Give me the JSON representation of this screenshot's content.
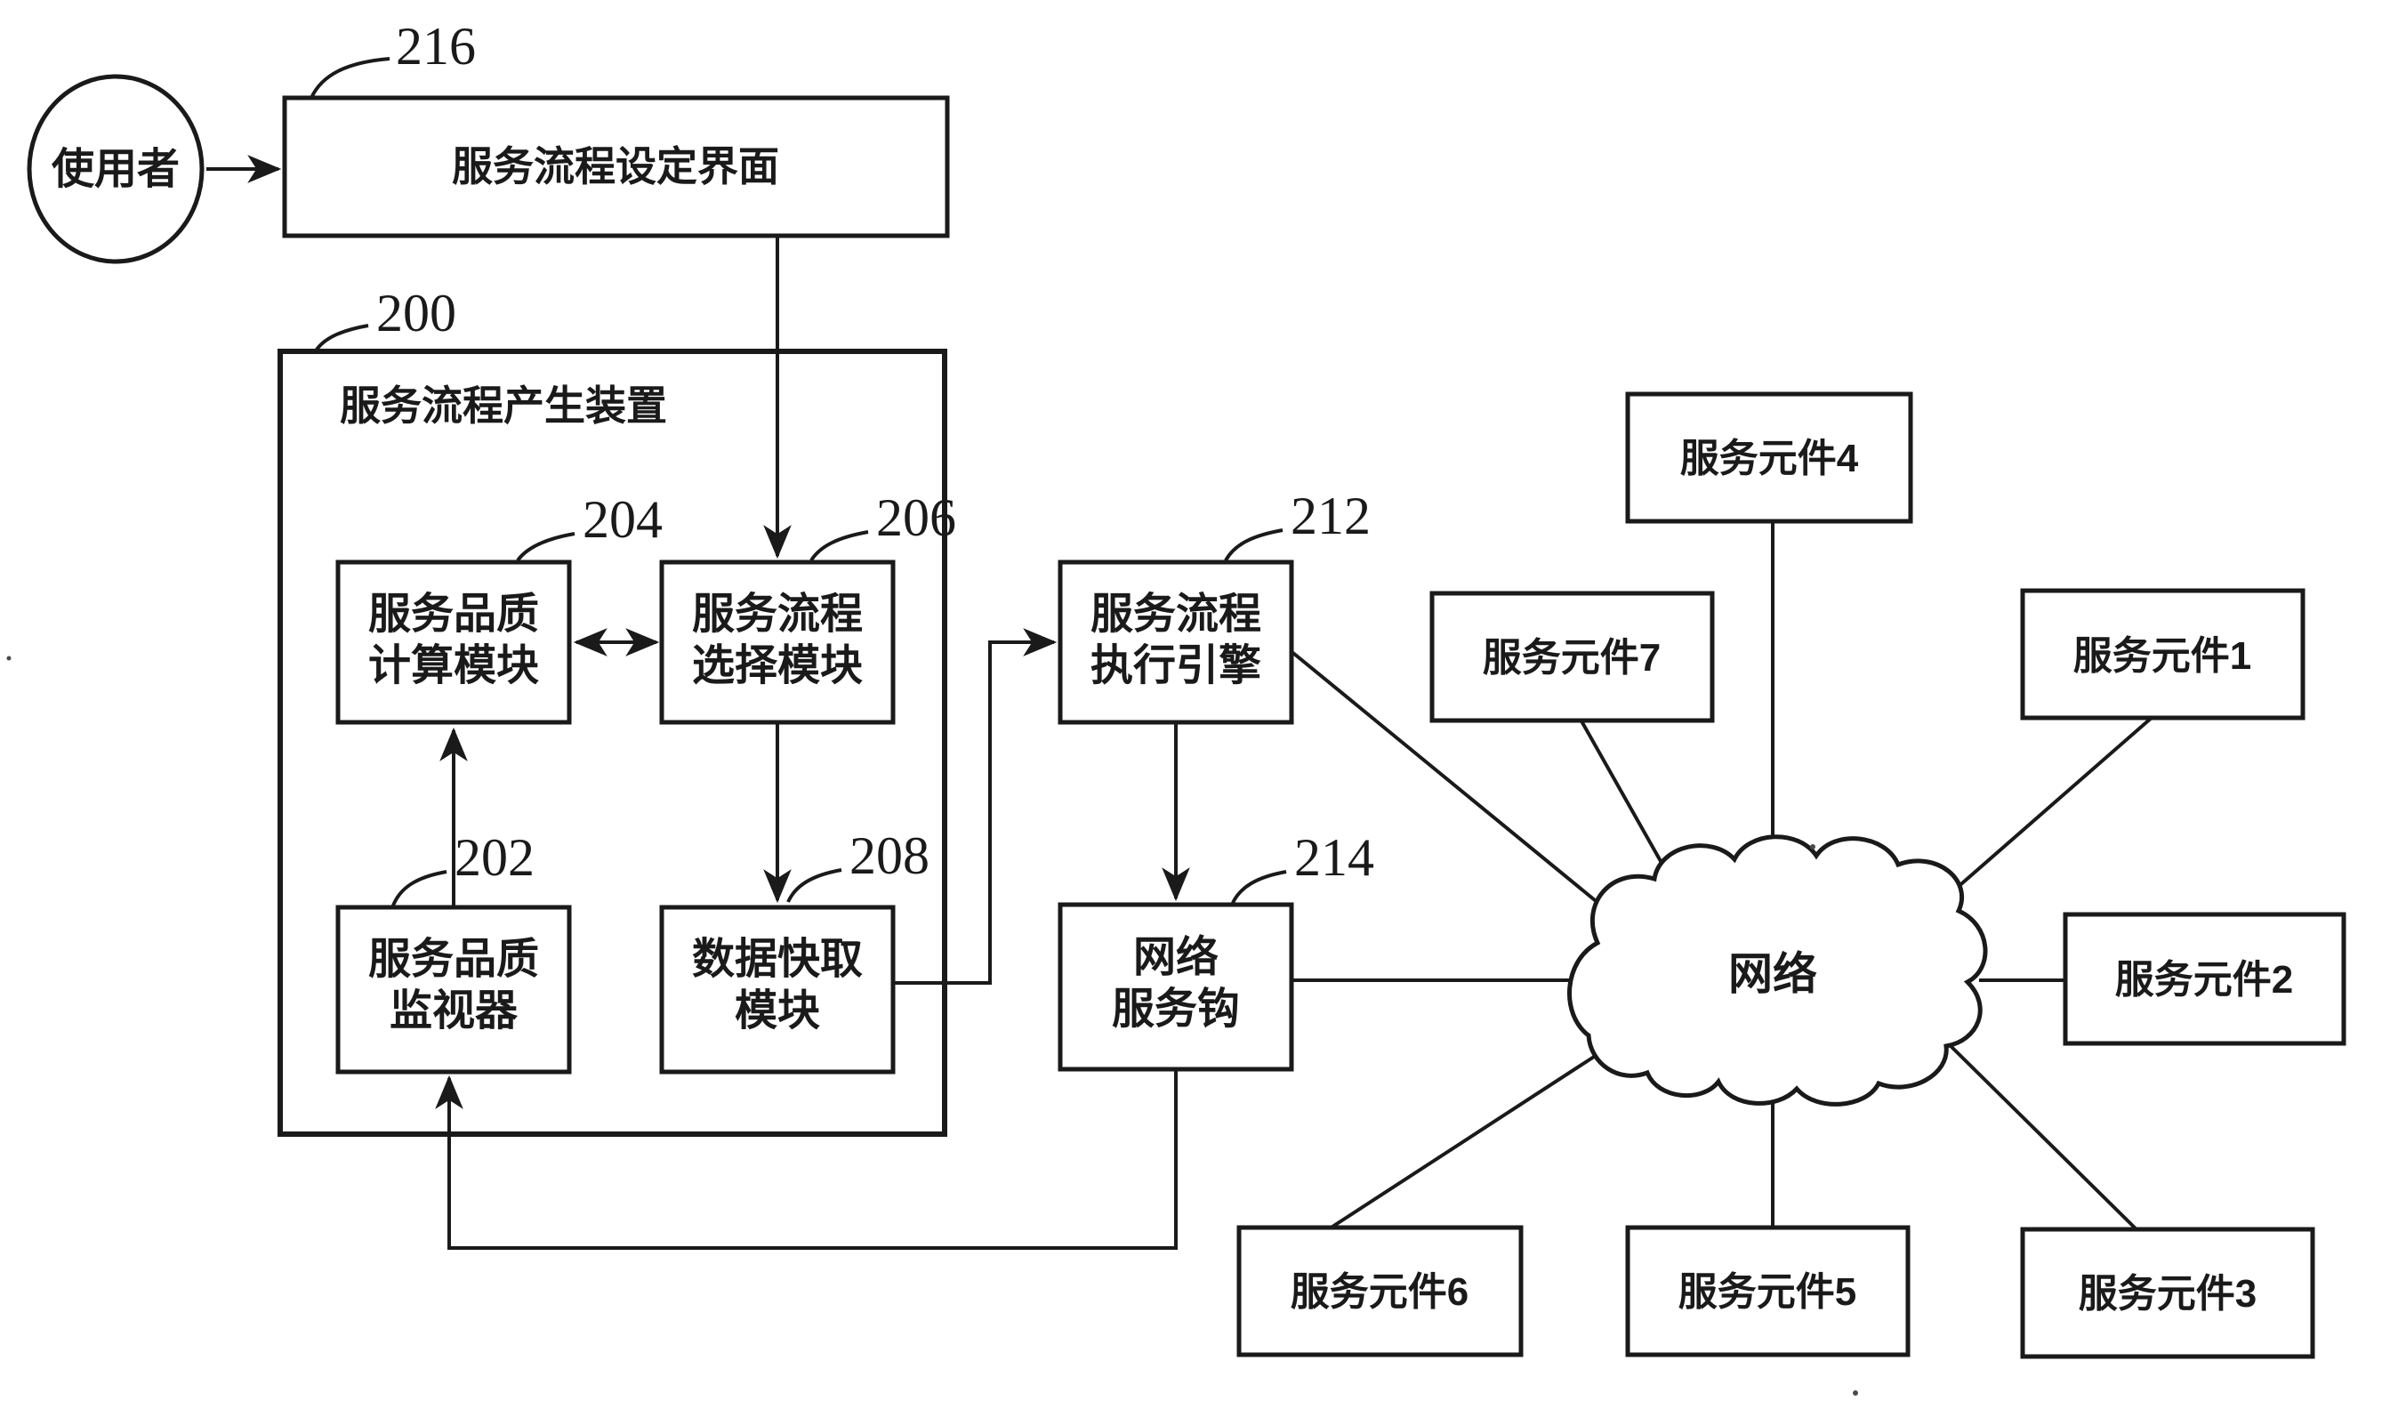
{
  "figure": {
    "background": "#ffffff",
    "ink": "#1a1a1a",
    "actor": {
      "label": "使用者"
    },
    "refs": {
      "r200": "200",
      "r202": "202",
      "r204": "204",
      "r206": "206",
      "r208": "208",
      "r212": "212",
      "r214": "214",
      "r216": "216"
    },
    "boxes": {
      "ui": {
        "label": "服务流程设定界面"
      },
      "generator": {
        "title": "服务流程产生装置"
      },
      "qos_calc": {
        "line1": "服务品质",
        "line2": "计算模块"
      },
      "flow_select": {
        "line1": "服务流程",
        "line2": "选择模块"
      },
      "qos_monitor": {
        "line1": "服务品质",
        "line2": "监视器"
      },
      "data_cache": {
        "line1": "数据快取",
        "line2": "模块"
      },
      "flow_engine": {
        "line1": "服务流程",
        "line2": "执行引擎"
      },
      "web_service_hook": {
        "line1": "网络",
        "line2": "服务钩"
      }
    },
    "cloud": {
      "label": "网络"
    },
    "service_elements": {
      "se1": {
        "label": "服务元件1"
      },
      "se2": {
        "label": "服务元件2"
      },
      "se3": {
        "label": "服务元件3"
      },
      "se4": {
        "label": "服务元件4"
      },
      "se5": {
        "label": "服务元件5"
      },
      "se6": {
        "label": "服务元件6"
      },
      "se7": {
        "label": "服务元件7"
      }
    }
  }
}
